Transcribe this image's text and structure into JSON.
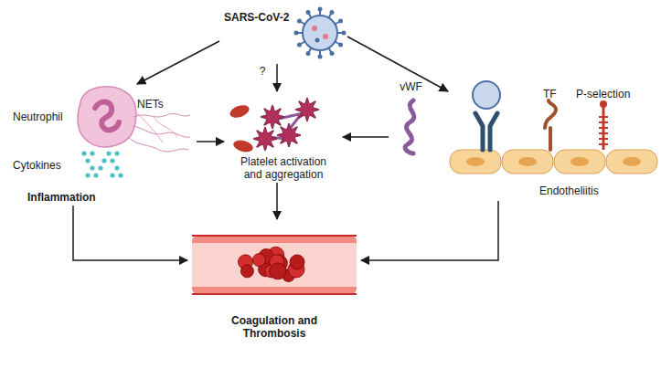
{
  "diagram": {
    "nodes": [
      {
        "text": [
          "SARS-CoV-2"
        ]
      },
      {
        "text": [
          "Inflammation"
        ]
      },
      {
        "text": [
          "Platelet activation and aggregation"
        ]
      },
      {
        "text": [
          "vWF"
        ]
      },
      {
        "text": [
          "Endotheliitis"
        ]
      },
      {
        "text": [
          "Coagulation and Thrombosis"
        ]
      }
    ],
    "edges": [
      {
        "from": 0,
        "to": 1,
        "arrow": "to"
      },
      {
        "from": 0,
        "to": 2,
        "label": "?",
        "arrow": "to"
      },
      {
        "from": 0,
        "to": 4,
        "arrow": "to"
      },
      {
        "from": 1,
        "to": 2,
        "arrow": "to"
      },
      {
        "from": 3,
        "to": 2,
        "arrow": "to"
      },
      {
        "from": 1,
        "to": 5,
        "arrow": "to"
      },
      {
        "from": 2,
        "to": 5,
        "arrow": "to"
      },
      {
        "from": 4,
        "to": 5,
        "arrow": "to"
      }
    ],
    "labels": [
      "Neutrophil",
      "NETs",
      "Cytokines",
      "TF",
      "P-selection"
    ]
  }
}
